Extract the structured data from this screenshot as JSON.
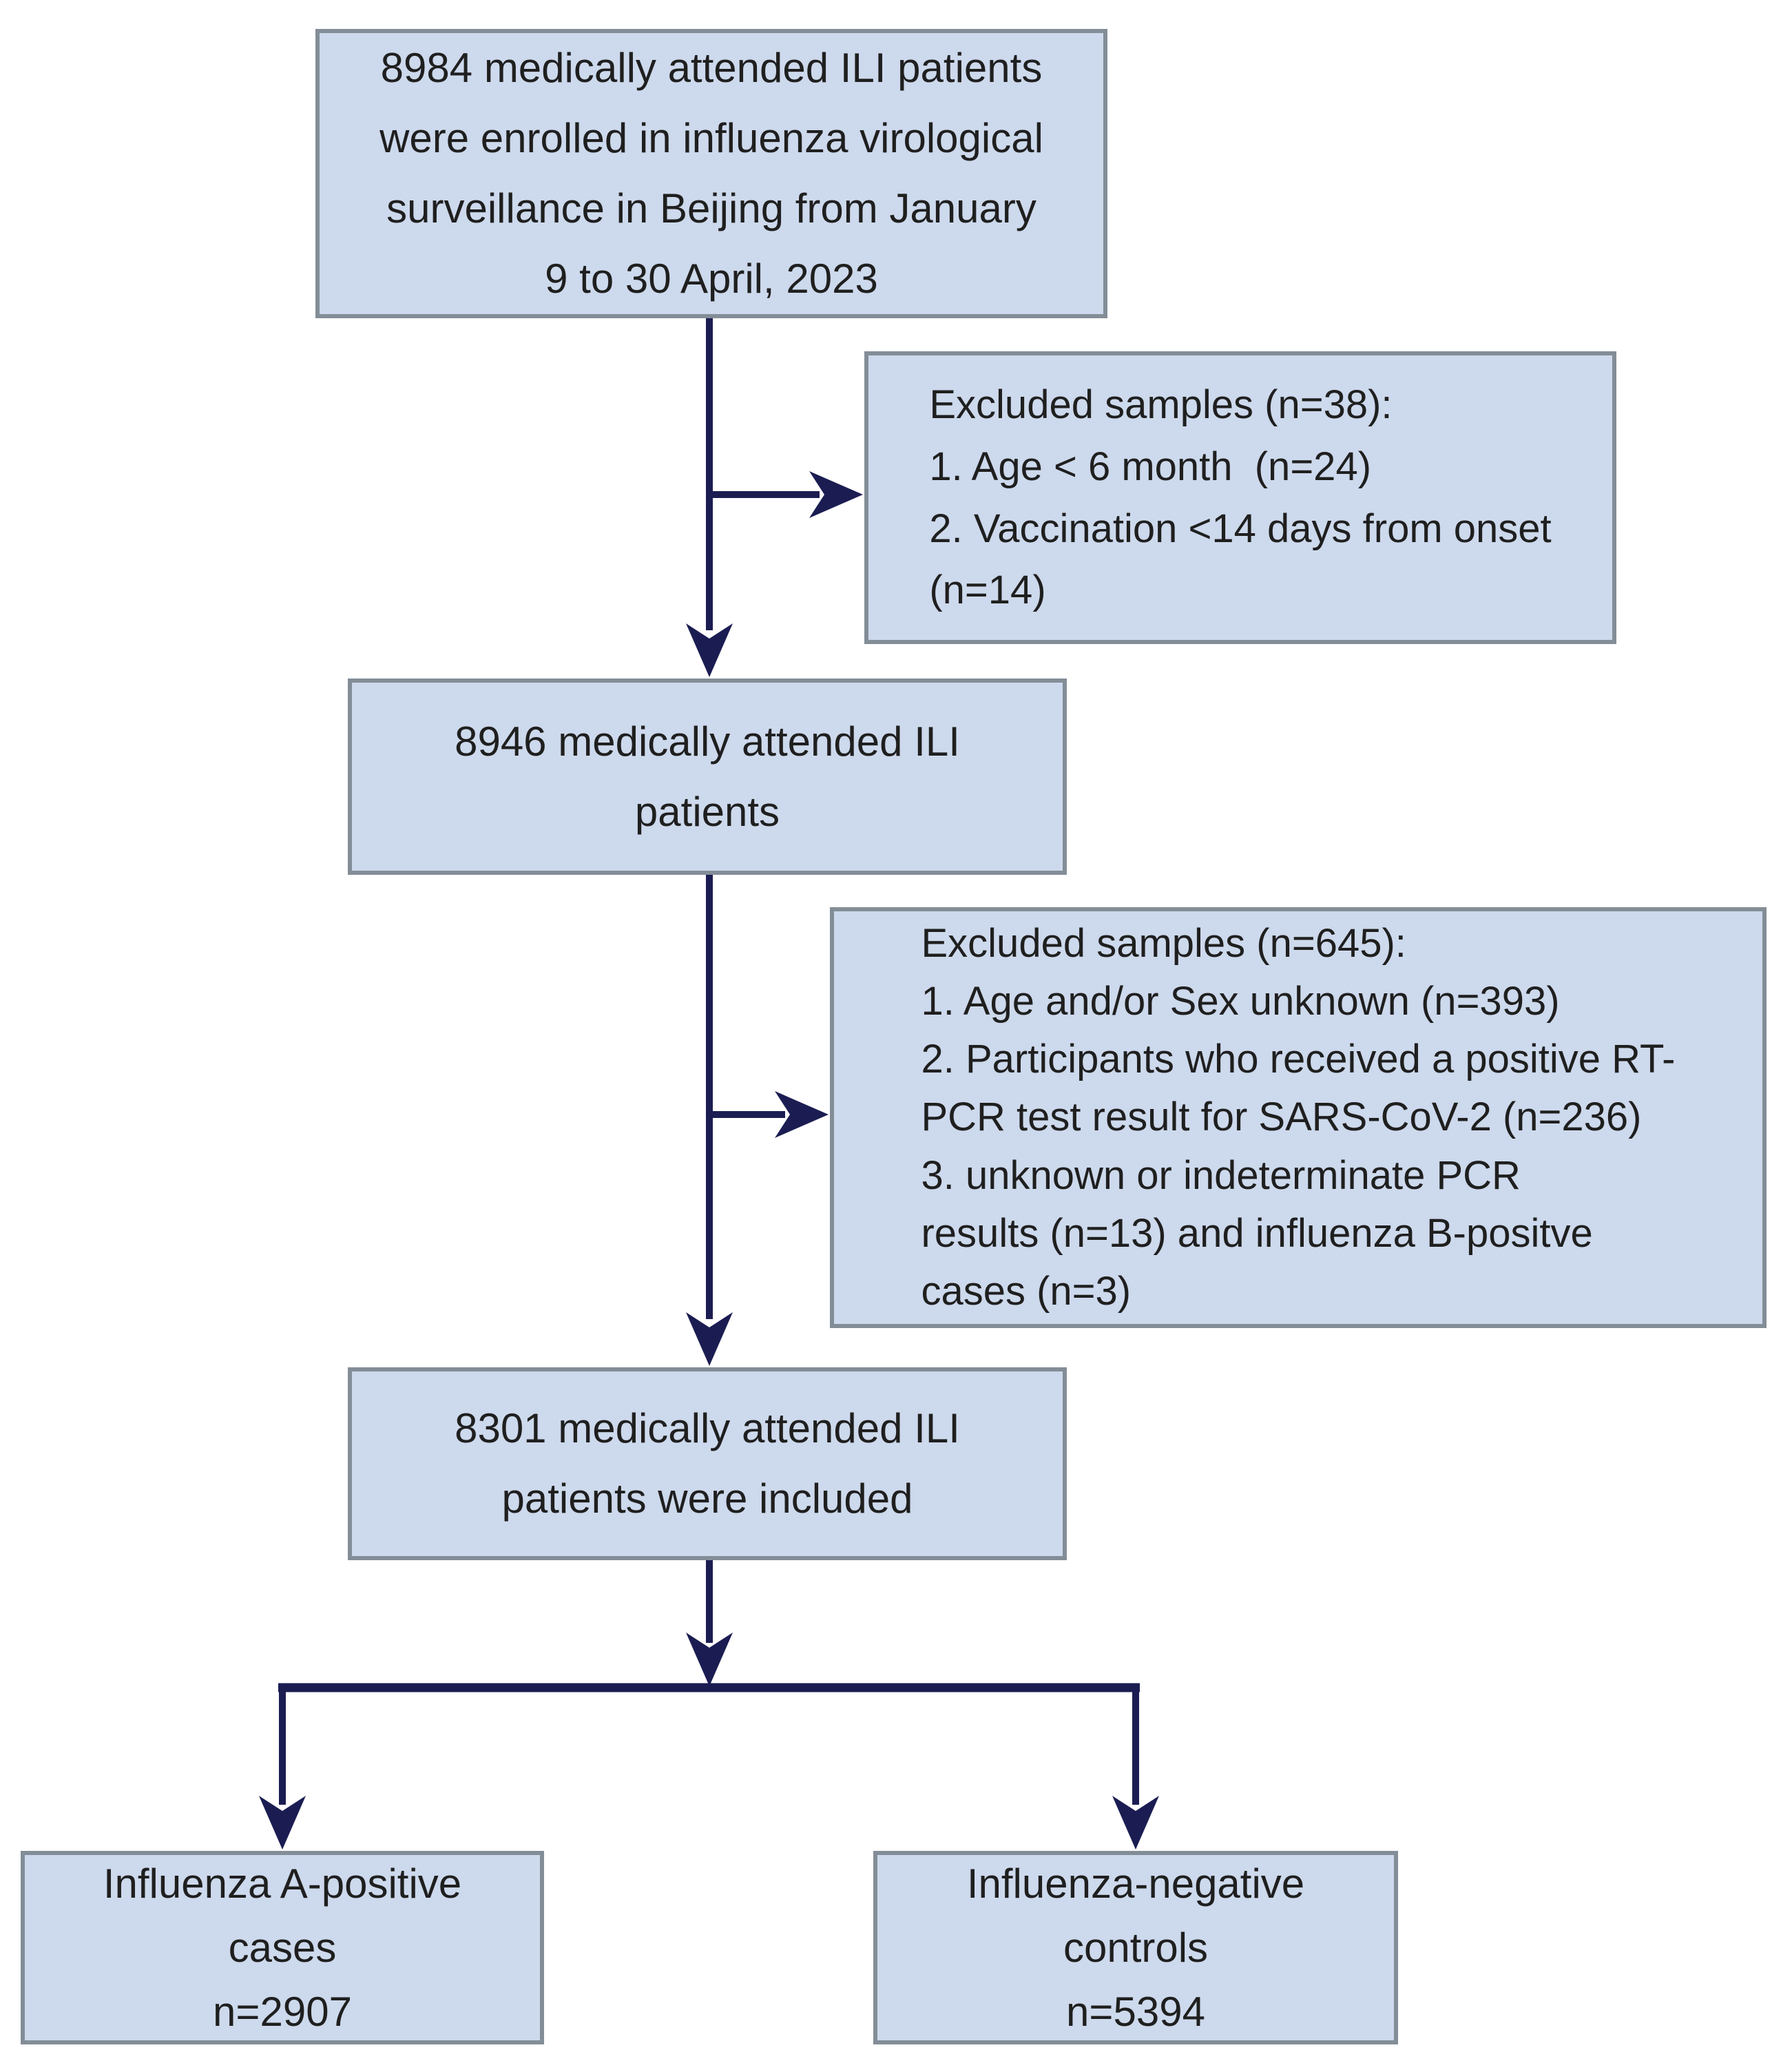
{
  "diagram": {
    "boxes": {
      "enrolled": {
        "text": "8984 medically attended ILI patients\nwere enrolled in influenza virological\nsurveillance in Beijing from January\n9 to 30 April, 2023"
      },
      "excluded_first": {
        "text": "Excluded samples (n=38):\n1. Age < 6 month  (n=24)\n2. Vaccination <14 days from onset\n(n=14)"
      },
      "after_first_exclusion": {
        "text": "8946 medically attended ILI\npatients"
      },
      "excluded_second": {
        "text": "Excluded samples (n=645):\n1. Age and/or Sex unknown (n=393)\n2. Participants who received a positive RT-\nPCR test result for SARS-CoV-2 (n=236)\n3. unknown or indeterminate PCR\nresults (n=13) and influenza B-positve\ncases (n=3)"
      },
      "included": {
        "text": "8301 medically attended ILI\npatients were included"
      },
      "flu_a_positive": {
        "text": "Influenza A-positive\ncases\nn=2907"
      },
      "flu_negative": {
        "text": "Influenza-negative\ncontrols\nn=5394"
      }
    },
    "colors": {
      "box_fill": "#cdd9ec",
      "box_border": "#838d97",
      "arrow": "#1b1d52",
      "text": "#1f1f1f"
    }
  }
}
